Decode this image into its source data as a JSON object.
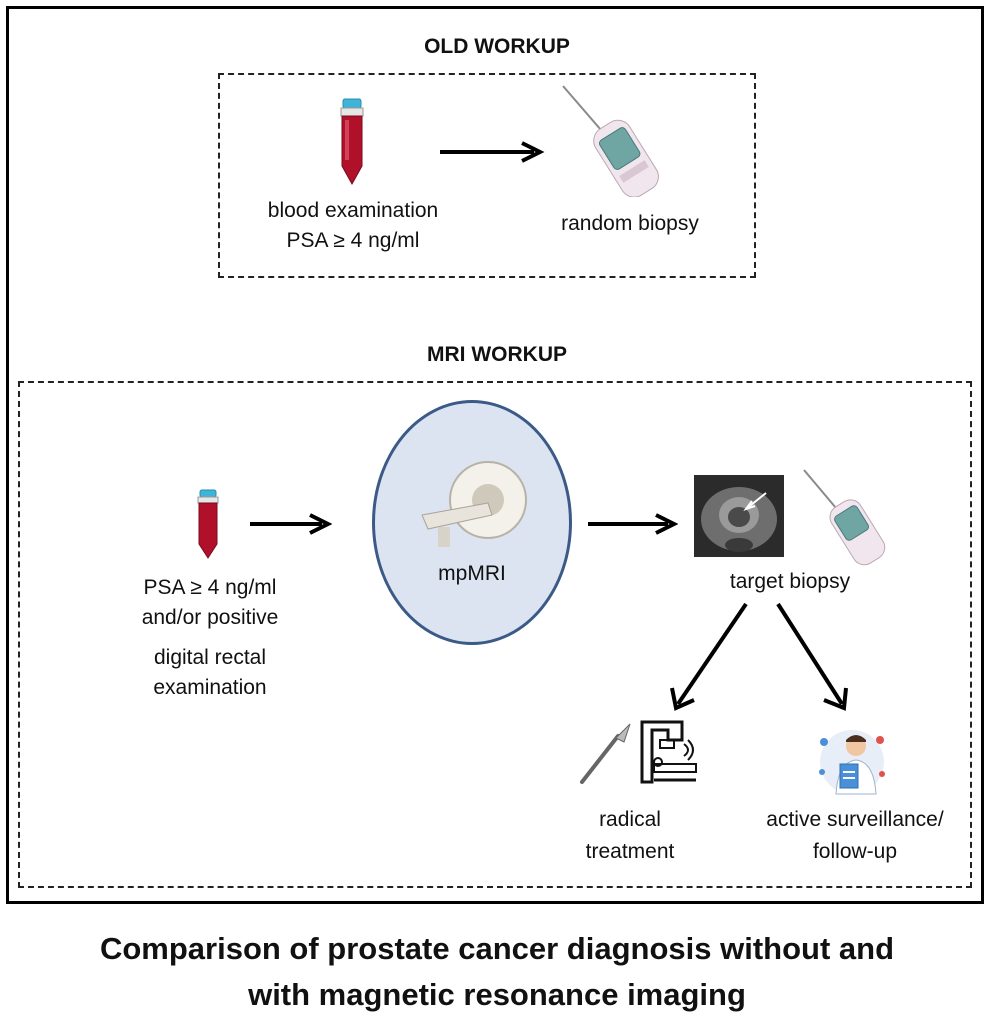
{
  "old_workup": {
    "title": "OLD WORKUP",
    "blood_label_line1": "blood examination",
    "blood_label_line2": "PSA ≥ 4 ng/ml",
    "biopsy_label": "random biopsy"
  },
  "mri_workup": {
    "title": "MRI WORKUP",
    "psa_label_line1": "PSA ≥ 4 ng/ml",
    "psa_label_line2": "and/or positive",
    "psa_label_line3": "digital rectal",
    "psa_label_line4": "examination",
    "mri_label": "mpMRI",
    "target_label": "target biopsy",
    "radical_line1": "radical",
    "radical_line2": "treatment",
    "surveillance_line1": "active surveillance/",
    "surveillance_line2": "follow-up"
  },
  "caption_line1": "Comparison of prostate cancer diagnosis without and",
  "caption_line2": "with magnetic resonance imaging",
  "icons": [
    "blood-tube-icon",
    "biopsy-gun-icon",
    "mri-scanner-icon",
    "mri-scan-image",
    "scalpel-icon",
    "radiotherapy-icon",
    "doctor-icon"
  ],
  "colors": {
    "oval_fill": "#dbe4f0",
    "oval_border": "#3c5a88",
    "tube_cap": "#3fb3d8",
    "blood": "#b1102a"
  }
}
